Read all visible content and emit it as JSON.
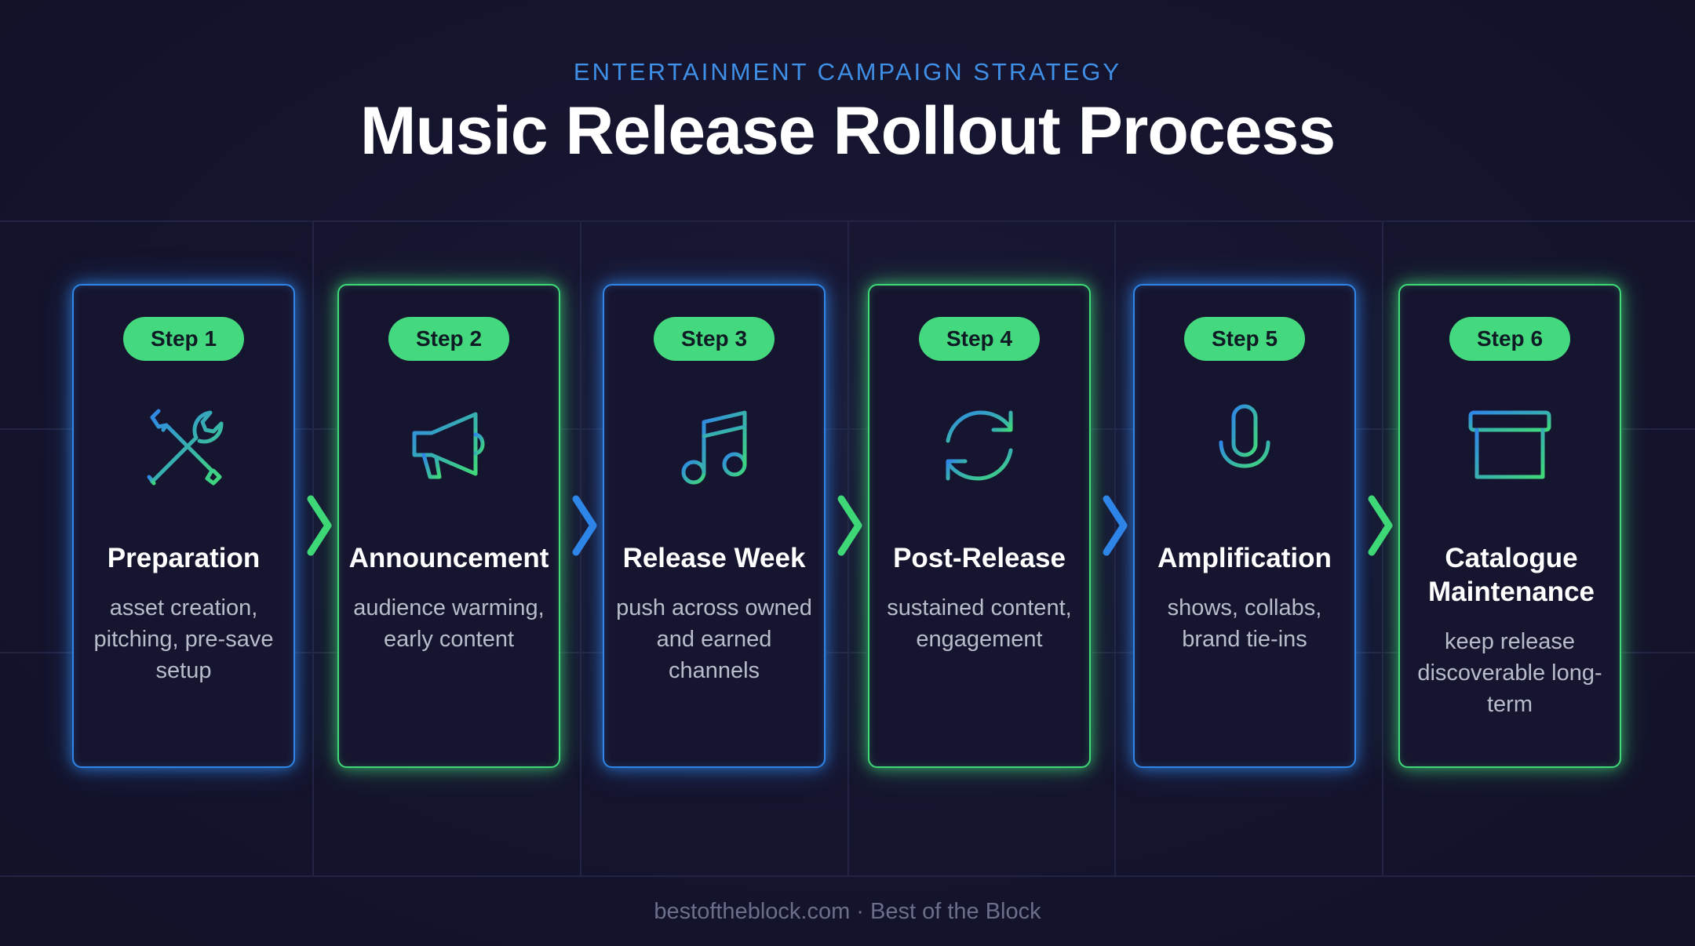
{
  "header": {
    "eyebrow": "ENTERTAINMENT CAMPAIGN STRATEGY",
    "title": "Music Release Rollout Process"
  },
  "colors": {
    "background": "#14132b",
    "blue_accent": "#2f86e8",
    "green_accent": "#3fd978",
    "badge_fill": "#45d97f"
  },
  "steps": [
    {
      "badge": "Step 1",
      "title": "Preparation",
      "description": "asset creation, pitching, pre-save setup",
      "icon": "tools-icon",
      "accent": "blue"
    },
    {
      "badge": "Step 2",
      "title": "Announcement",
      "description": "audience warming, early content",
      "icon": "megaphone-icon",
      "accent": "green"
    },
    {
      "badge": "Step 3",
      "title": "Release Week",
      "description": "push across owned and earned channels",
      "icon": "music-note-icon",
      "accent": "blue"
    },
    {
      "badge": "Step 4",
      "title": "Post-Release",
      "description": "sustained content, engagement",
      "icon": "refresh-icon",
      "accent": "green"
    },
    {
      "badge": "Step 5",
      "title": "Amplification",
      "description": "shows, collabs, brand tie-ins",
      "icon": "microphone-icon",
      "accent": "blue"
    },
    {
      "badge": "Step 6",
      "title": "Catalogue Maintenance",
      "description": "keep release discoverable long-term",
      "icon": "archive-box-icon",
      "accent": "green"
    }
  ],
  "footer": {
    "text": "bestoftheblock.com · Best of the Block"
  }
}
